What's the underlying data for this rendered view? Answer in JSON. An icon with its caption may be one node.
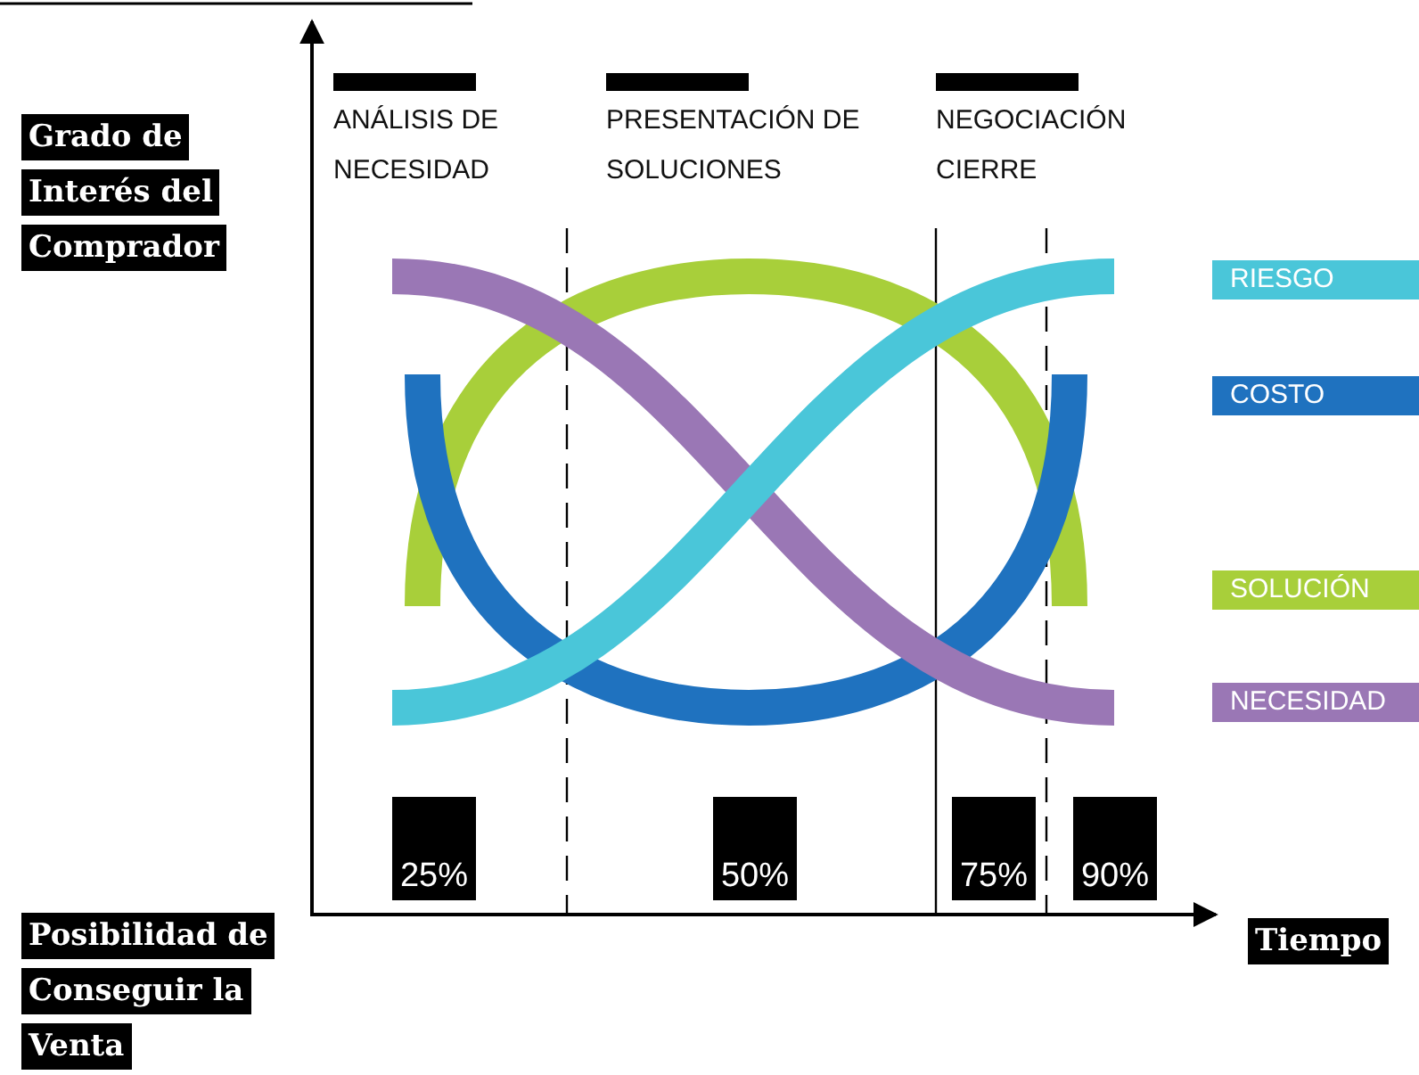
{
  "diagram": {
    "labels": [
      "Grado de Interés del Comprador",
      "ANÁLISIS DE NECESIDAD",
      "PRESENTACIÓN DE SOLUCIONES",
      "NEGOCIACIÓN CIERRE",
      "25%",
      "50%",
      "75%",
      "90%",
      "Posibilidad de Conseguir la Venta",
      "Tiempo"
    ],
    "legend": [
      {
        "text": "RIESGO",
        "color": "#4ac6d9"
      },
      {
        "text": "COSTO",
        "color": "#1f72bf"
      },
      {
        "text": "SOLUCIÓN",
        "color": "#a8cf3a"
      },
      {
        "text": "NECESIDAD",
        "color": "#9a77b5"
      }
    ]
  }
}
